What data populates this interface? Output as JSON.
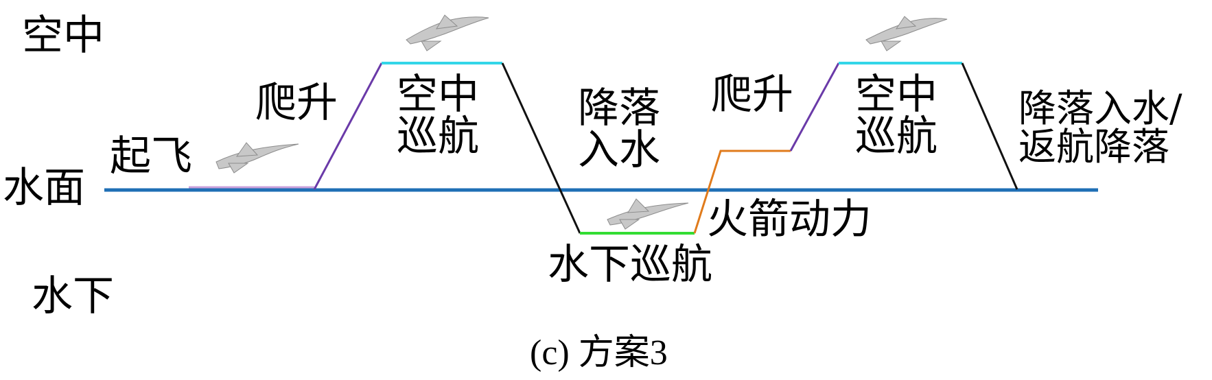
{
  "zones": {
    "air": "空中",
    "surface": "水面",
    "underwater": "水下"
  },
  "phases": {
    "takeoff": "起飞",
    "climb_1": "爬升",
    "air_cruise_1": "空中\n巡航",
    "descend_dive": "降落\n入水",
    "underwater_cruise": "水下巡航",
    "rocket_power": "火箭动力",
    "climb_2": "爬升",
    "air_cruise_2": "空中\n巡航",
    "final_descent": "降落入水/\n返航降落"
  },
  "caption": "(c) 方案3",
  "colors": {
    "water_surface": "#1f6fb5",
    "climb": "#6a3aa8",
    "air_cruise": "#33d6e8",
    "descent": "#111111",
    "underwater_cruise": "#33dd33",
    "rocket": "#e07b1c",
    "takeoff_run": "#c9a0dc",
    "aircraft_body": "#c8c8c8",
    "aircraft_edge": "#8c8c8c"
  },
  "icons": [
    "aircraft-icon"
  ]
}
